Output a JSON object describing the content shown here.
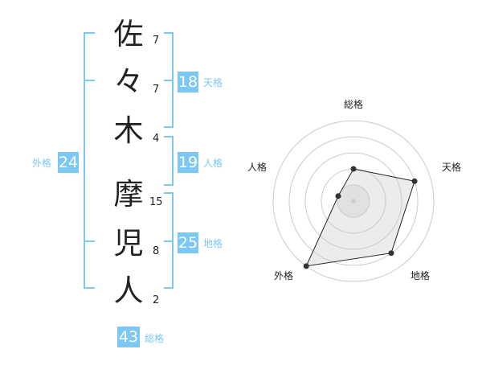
{
  "name": {
    "chars": [
      {
        "char": "佐",
        "strokes": "7"
      },
      {
        "char": "々",
        "strokes": "7"
      },
      {
        "char": "木",
        "strokes": "4"
      },
      {
        "char": "摩",
        "strokes": "15"
      },
      {
        "char": "児",
        "strokes": "8"
      },
      {
        "char": "人",
        "strokes": "2"
      }
    ]
  },
  "fortune": {
    "tenkaku": {
      "value": "18",
      "label": "天格"
    },
    "jinkaku": {
      "value": "19",
      "label": "人格"
    },
    "chikaku": {
      "value": "25",
      "label": "地格"
    },
    "gaikaku": {
      "value": "24",
      "label": "外格"
    },
    "soukaku": {
      "value": "43",
      "label": "総格"
    }
  },
  "chart_data": {
    "type": "radar",
    "axes": [
      "総格",
      "天格",
      "地格",
      "外格",
      "人格"
    ],
    "values": [
      2,
      4,
      4,
      5,
      1
    ],
    "max": 5,
    "grid": true
  },
  "colors": {
    "accent": "#7cc7f3",
    "text": "#222222",
    "grid": "#cccccc",
    "fill": "#eeeeee"
  }
}
